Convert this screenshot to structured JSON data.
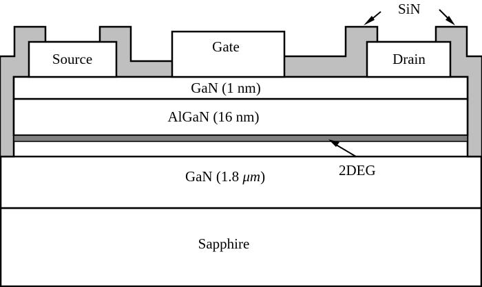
{
  "labels": {
    "source": "Source",
    "gate": "Gate",
    "drain": "Drain",
    "sin": "SiN",
    "gan_cap": "GaN (1 nm)",
    "algan": "AlGaN (16 nm)",
    "twodeg": "2DEG",
    "gan_buffer_prefix": "GaN (1.8 ",
    "gan_buffer_unit": "μm",
    "gan_buffer_suffix": ")",
    "sapphire": "Sapphire"
  },
  "colors": {
    "sin": "#bfbfbf",
    "channel": "#808080",
    "background": "#ffffff",
    "outline": "#000000"
  }
}
